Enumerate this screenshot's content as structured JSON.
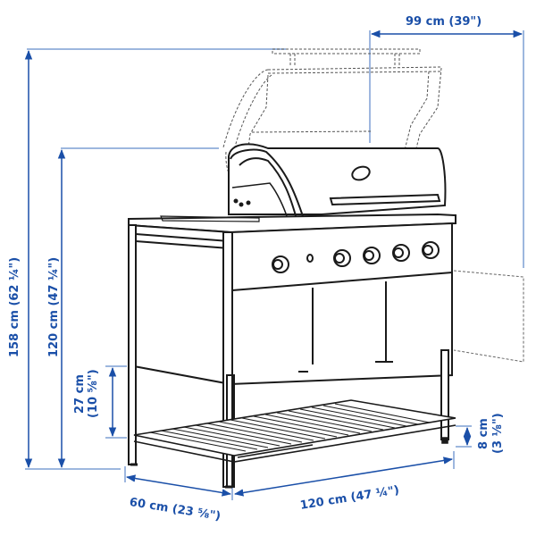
{
  "diagram": {
    "subject": "Outdoor kitchen gas grill unit with shelf, dimension drawing",
    "colors": {
      "dimension": "#1a4fa8",
      "dimension_line": "#7d9fd4",
      "outline": "#1a1a1a",
      "ghost": "#555555"
    },
    "dimensions": {
      "lid_width": "99 cm (39\")",
      "total_height": "158 cm (62 ¼\")",
      "counter_height": "120 cm (47 ¼\")",
      "shelf_clearance": "27 cm",
      "shelf_clearance_in": "(10 ⅝\")",
      "depth": "60 cm (23 ⅝\")",
      "width": "120 cm (47 ¼\")",
      "foot_height": "8 cm",
      "foot_height_in": "(3 ⅛\")"
    },
    "features": {
      "knob_count": 5,
      "igniter_count": 1,
      "door_panels": 3,
      "lid_state": "closed, with open-lid ghost outline"
    }
  }
}
